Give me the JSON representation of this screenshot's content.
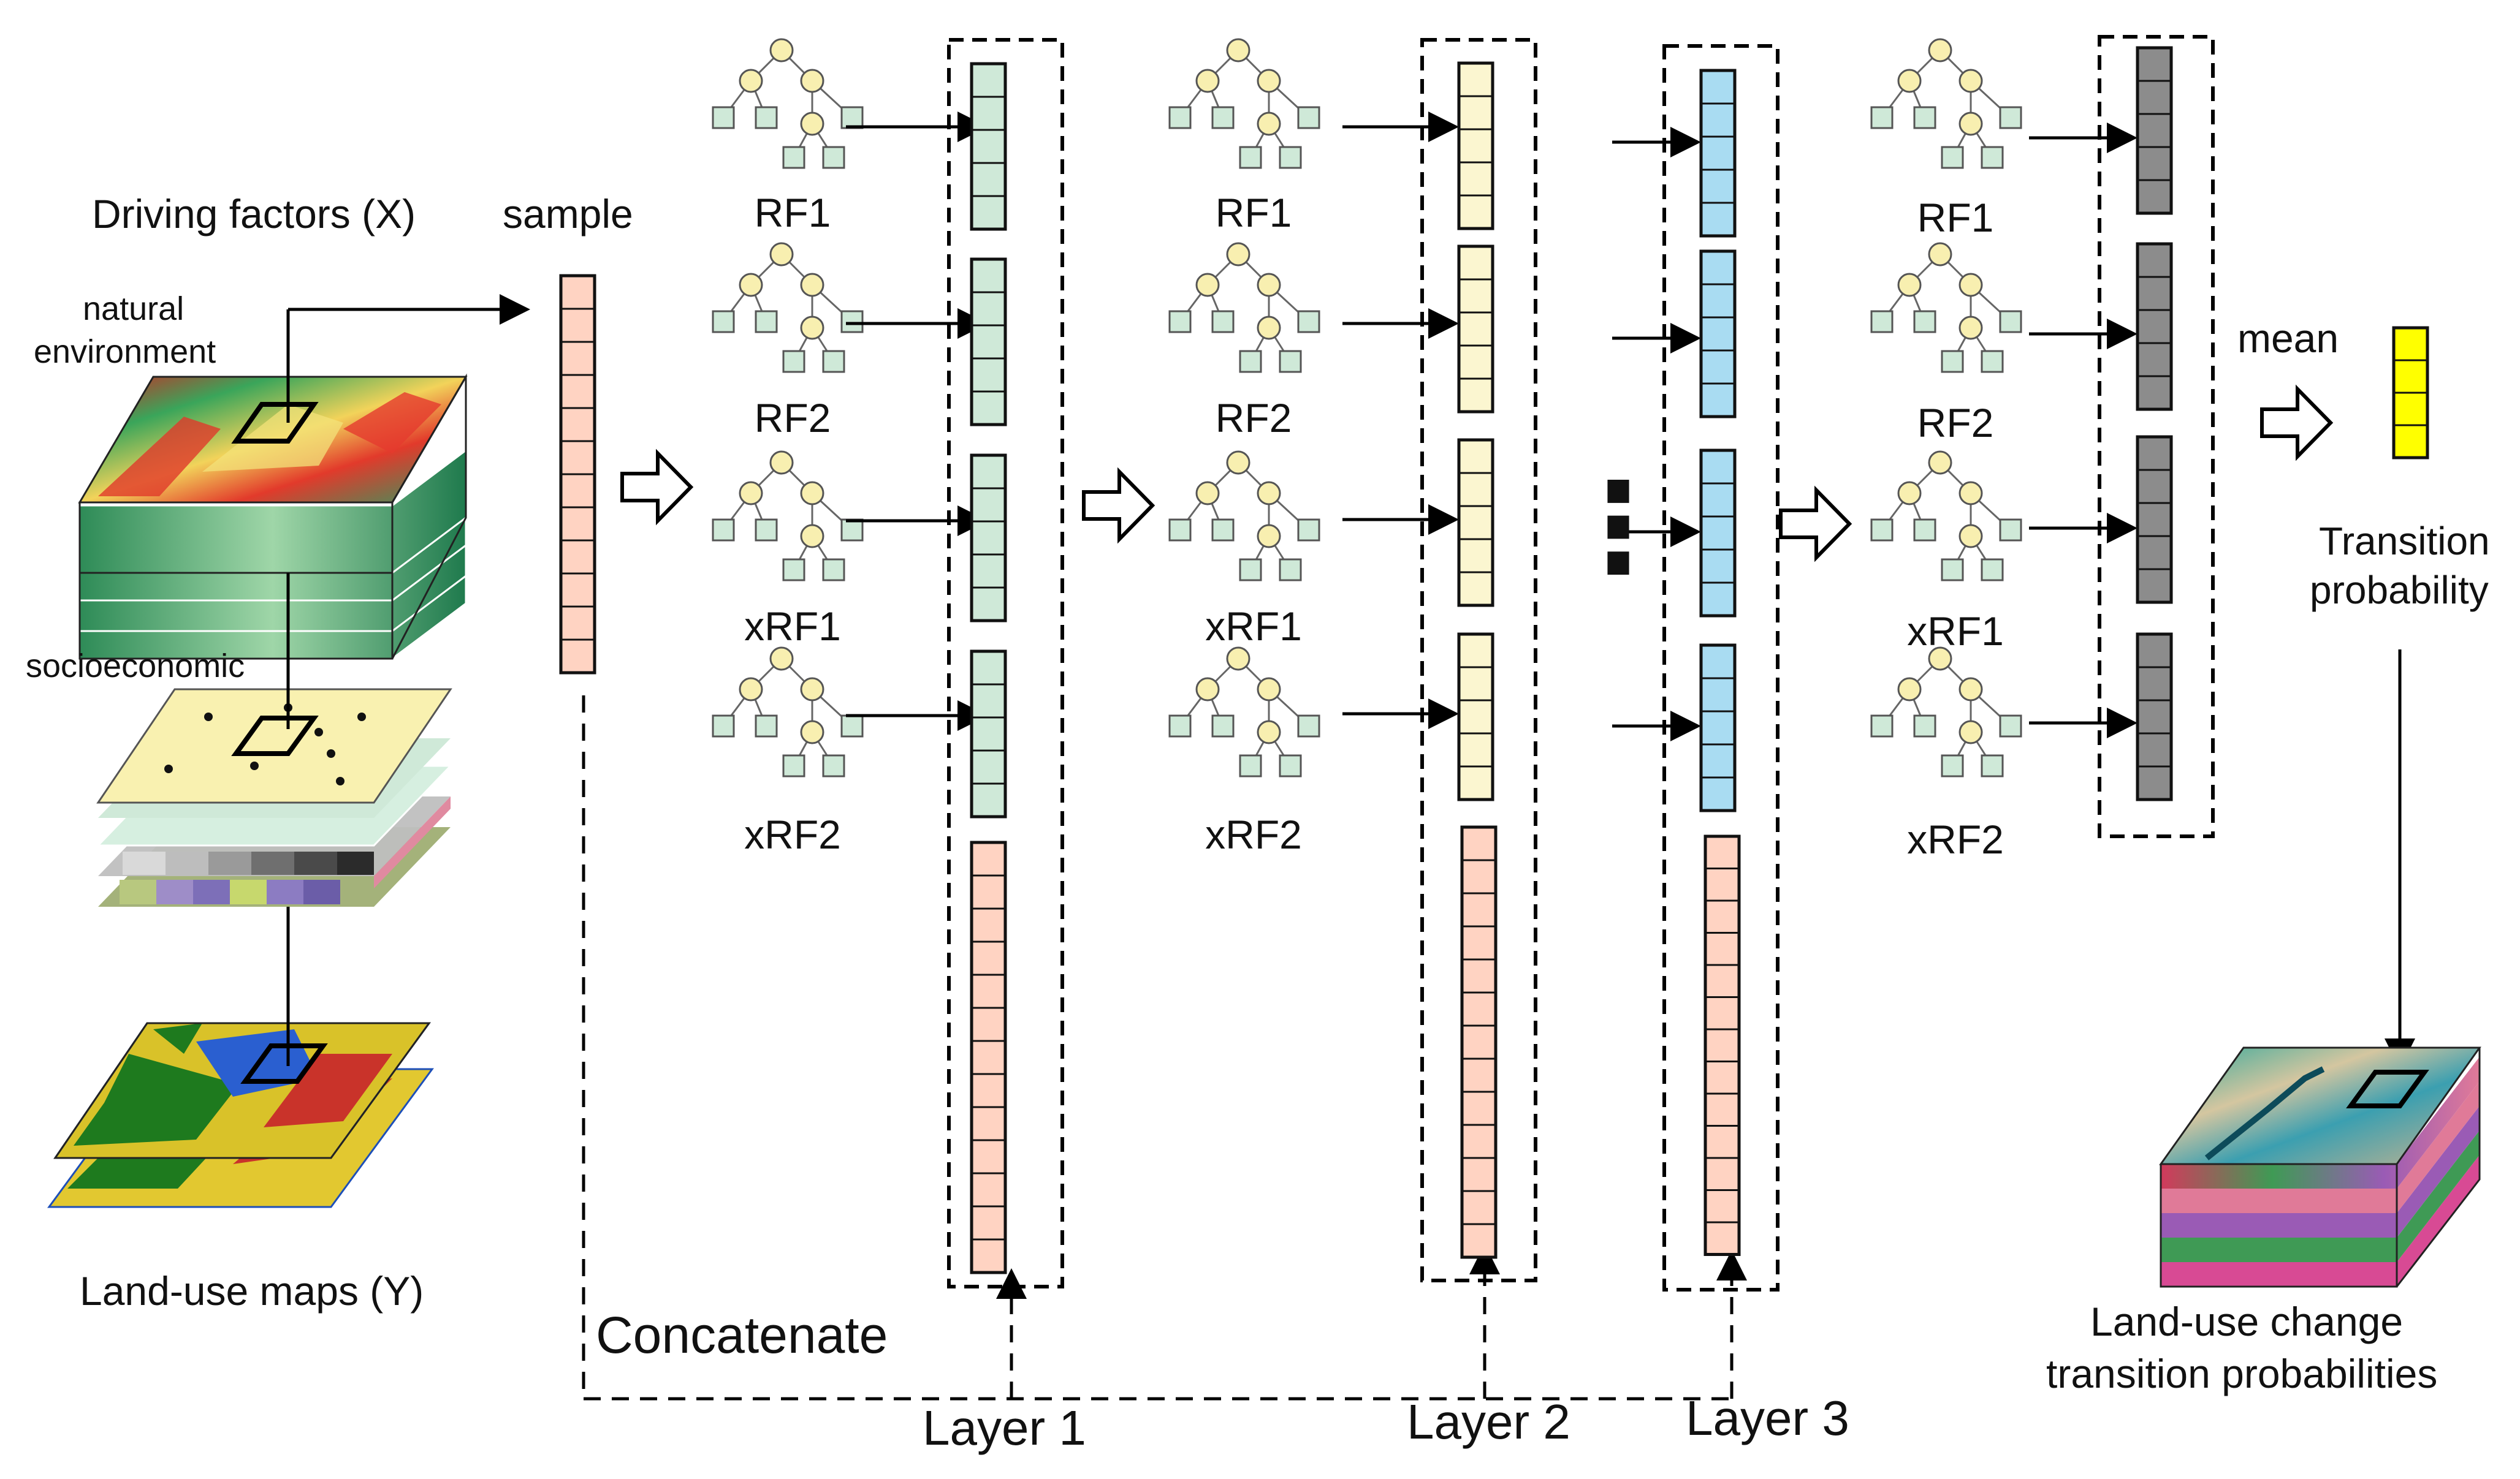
{
  "labels": {
    "driving_factors": "Driving factors (X)",
    "sample": "sample",
    "natural_line1": "natural",
    "natural_line2": "environment",
    "socioeconomic": "socioeconomic",
    "land_use_maps": "Land-use maps (Y)",
    "concatenate": "Concatenate",
    "mean": "mean",
    "transition_line1": "Transition",
    "transition_line2": "probability",
    "output_line1": "Land-use change",
    "output_line2": "transition probabilities",
    "ellipsis": "⋮"
  },
  "layers": [
    "Layer 1",
    "Layer 2",
    "Layer 3"
  ],
  "forest_labels": [
    "RF1",
    "RF2",
    "xRF1",
    "xRF2"
  ],
  "colors": {
    "sample": "#ffd3c2",
    "layer1_out": "#cfe9d8",
    "layer2_out": "#fbf6d0",
    "layer3_out": "#a9dcf2",
    "final_out": "#8c8c8c",
    "mean_out": "#ffff00",
    "tree_node": "#f8efb0",
    "tree_leaf": "#cfe9d8"
  },
  "icons": [
    "tree-icon",
    "hollow-arrow-icon",
    "arrow-icon"
  ]
}
